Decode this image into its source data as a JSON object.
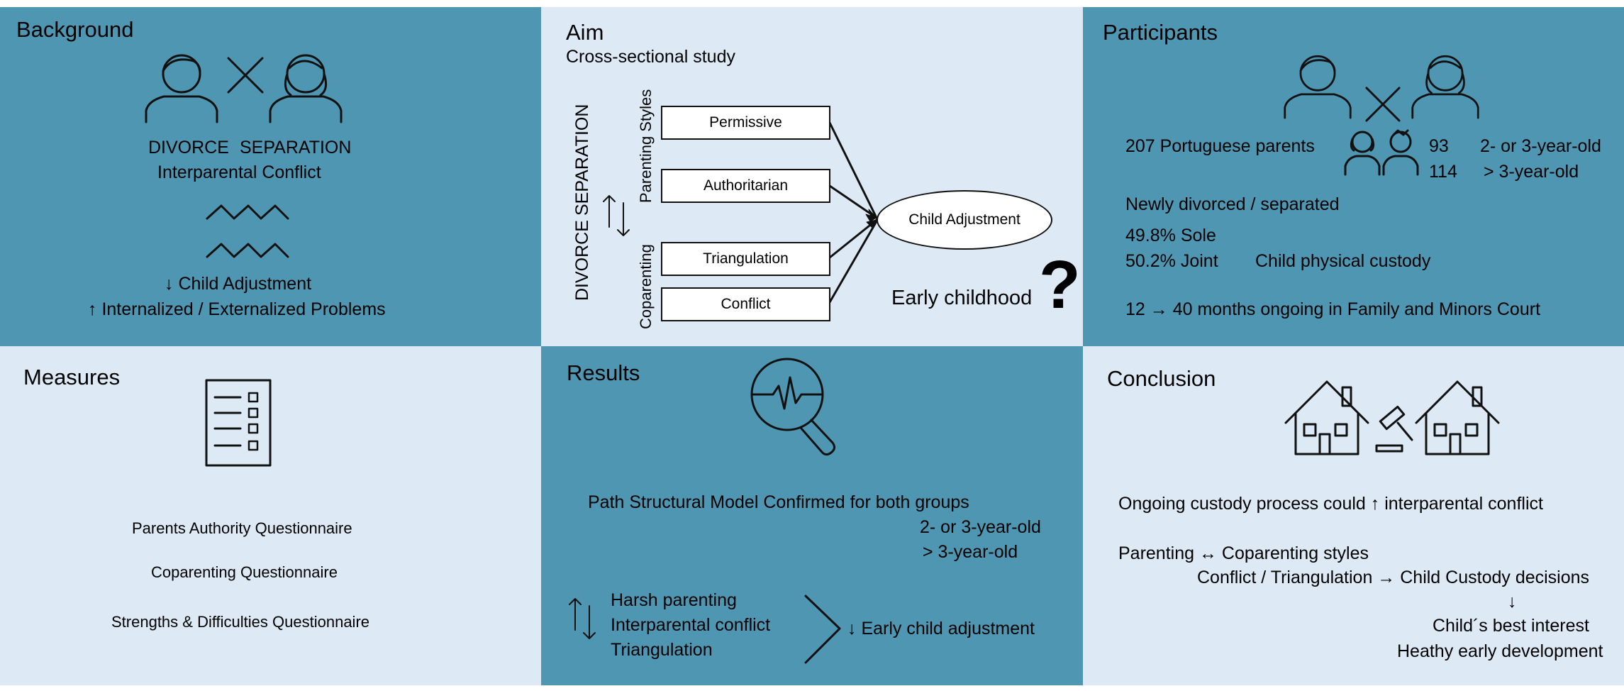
{
  "background": {
    "title": "Background",
    "divorce": "DIVORCE",
    "separation": "SEPARATION",
    "conflict": "Interparental Conflict",
    "child_adjustment": "↓ Child Adjustment",
    "problems": "↑ Internalized / Externalized Problems",
    "icons": [
      "man-icon",
      "cross-icon",
      "woman-icon",
      "zigzag-icon"
    ]
  },
  "aim": {
    "title": "Aim",
    "subtitle": "Cross-sectional study",
    "divorce_label": "DIVORCE",
    "separation_label": "SEPARATION",
    "parenting_styles_label": "Parenting Styles",
    "coparenting_label": "Coparenting",
    "boxes": [
      "Permissive",
      "Authoritarian",
      "Triangulation",
      "Conflict"
    ],
    "outcome": "Child Adjustment",
    "early_childhood": "Early childhood",
    "question_mark": "?"
  },
  "participants": {
    "title": "Participants",
    "parents": "207 Portuguese parents",
    "group1_n": "93",
    "group1_age": "2- or 3-year-old",
    "group2_n": "114",
    "group2_age": "> 3-year-old",
    "status": "Newly divorced / separated",
    "sole": "49.8% Sole",
    "joint": "50.2% Joint",
    "custody": "Child physical custody",
    "court": "12 → 40 months ongoing in Family and Minors Court"
  },
  "measures": {
    "title": "Measures",
    "items": [
      "Parents Authority Questionnaire",
      "Coparenting Questionnaire",
      "Strengths & Difficulties Questionnaire"
    ]
  },
  "results": {
    "title": "Results",
    "model": "Path Structural Model Confirmed for both groups",
    "group1": "2- or 3-year-old",
    "group2": "> 3-year-old",
    "factors": [
      "Harsh parenting",
      "Interparental conflict",
      "Triangulation"
    ],
    "outcome": "↓ Early child adjustment"
  },
  "conclusion": {
    "title": "Conclusion",
    "line1": "Ongoing custody process could ↑ interparental conflict",
    "line2": "Parenting ↔ Coparenting styles",
    "line3": "Conflict / Triangulation → Child Custody decisions",
    "arrow": "↓",
    "line4": "Child´s best interest",
    "line5": "Heathy early development"
  }
}
